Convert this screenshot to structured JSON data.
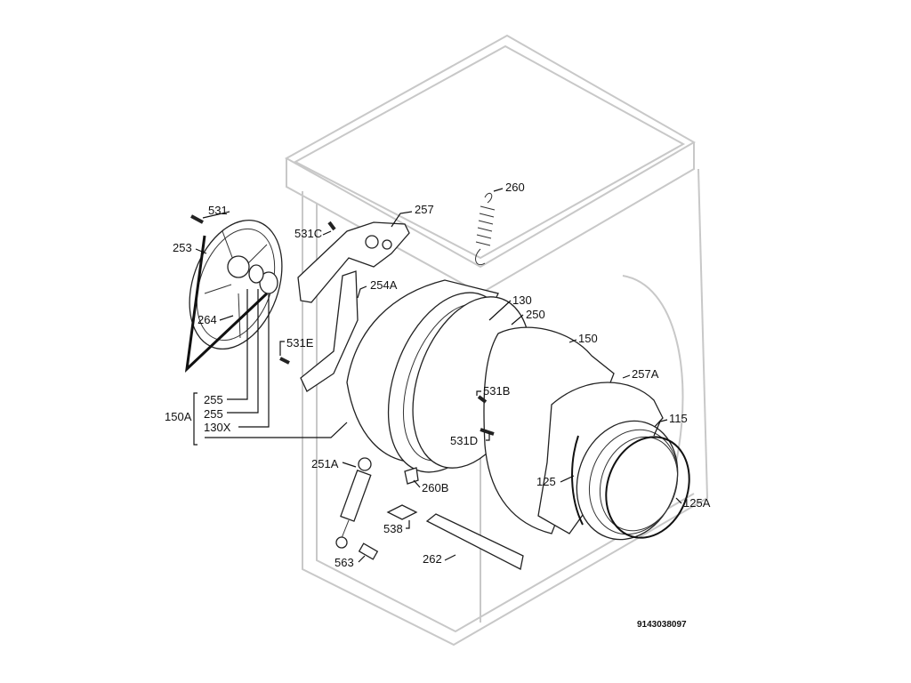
{
  "diagram": {
    "drawing_number": "9143038097",
    "part_labels": {
      "p531": "531",
      "p253": "253",
      "p264": "264",
      "p531C": "531C",
      "p257": "257",
      "p260": "260",
      "p254A": "254A",
      "p130": "130",
      "p250": "250",
      "p150": "150",
      "p531E": "531E",
      "p531B": "531B",
      "p257A": "257A",
      "p115": "115",
      "p531D": "531D",
      "p255a": "255",
      "p255b": "255",
      "p130X": "130X",
      "p150A": "150A",
      "p251A": "251A",
      "p260B": "260B",
      "p125": "125",
      "p125A": "125A",
      "p538": "538",
      "p262": "262",
      "p563": "563"
    }
  }
}
